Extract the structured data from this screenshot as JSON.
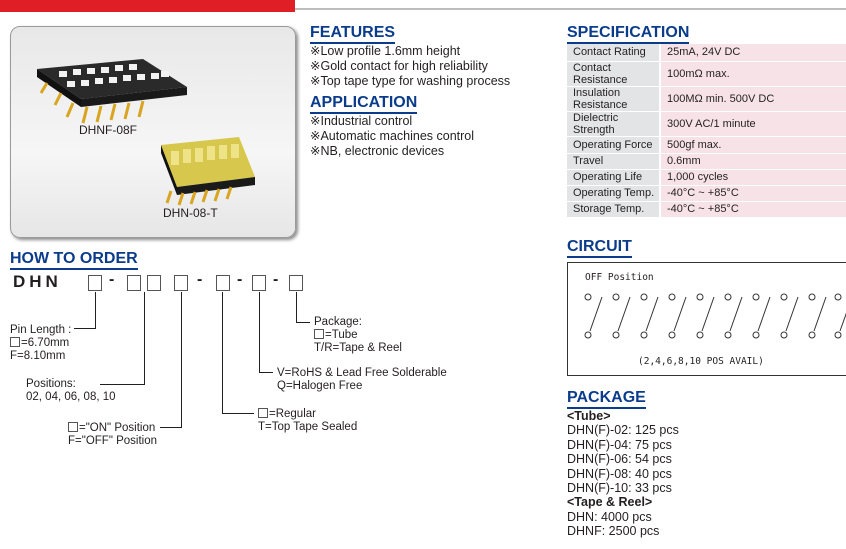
{
  "photo": {
    "caption_1": "DHNF-08F",
    "caption_2": "DHN-08-T"
  },
  "features": {
    "title": "FEATURES",
    "items": [
      "※Low profile 1.6mm height",
      "※Gold contact for high reliability",
      "※Top tape type for washing process"
    ]
  },
  "application": {
    "title": "APPLICATION",
    "items": [
      "※Industrial control",
      "※Automatic machines control",
      "※NB, electronic devices"
    ]
  },
  "specification": {
    "title": "SPECIFICATION",
    "rows": [
      {
        "k": "Contact Rating",
        "v": "25mA, 24V DC"
      },
      {
        "k": "Contact Resistance",
        "v": "100mΩ max."
      },
      {
        "k": "Insulation Resistance",
        "v": "100MΩ min. 500V DC"
      },
      {
        "k": "Dielectric Strength",
        "v": "300V AC/1 minute"
      },
      {
        "k": "Operating Force",
        "v": "500gf max."
      },
      {
        "k": "Travel",
        "v": "0.6mm"
      },
      {
        "k": "Operating Life",
        "v": "1,000 cycles"
      },
      {
        "k": "Operating Temp.",
        "v": "-40°C ~ +85°C"
      },
      {
        "k": "Storage Temp.",
        "v": "-40°C ~ +85°C"
      }
    ]
  },
  "circuit": {
    "title": "CIRCUIT",
    "label": "OFF Position",
    "note": "(2,4,6,8,10 POS AVAIL)"
  },
  "how_to_order": {
    "title": "HOW TO ORDER",
    "code": "DHN",
    "dash": "-",
    "pin_length": [
      "Pin Length :",
      "=6.70mm",
      "F=8.10mm"
    ],
    "positions": [
      "Positions:",
      "02, 04, 06, 08, 10"
    ],
    "on_off": [
      "=\"ON\" Position",
      "F=\"OFF\" Position"
    ],
    "tape": [
      "=Regular",
      "T=Top Tape Sealed"
    ],
    "rohs": [
      "V=RoHS & Lead Free Solderable",
      "Q=Halogen Free"
    ],
    "package": [
      "Package:",
      "=Tube",
      "T/R=Tape & Reel"
    ]
  },
  "package": {
    "title": "PACKAGE",
    "tube_header": "<Tube>",
    "tube": [
      "DHN(F)-02: 125 pcs",
      "DHN(F)-04: 75 pcs",
      "DHN(F)-06: 54 pcs",
      "DHN(F)-08: 40 pcs",
      "DHN(F)-10: 33 pcs"
    ],
    "reel_header": "<Tape & Reel>",
    "reel": [
      "DHN: 4000 pcs",
      "DHNF: 2500 pcs"
    ]
  }
}
